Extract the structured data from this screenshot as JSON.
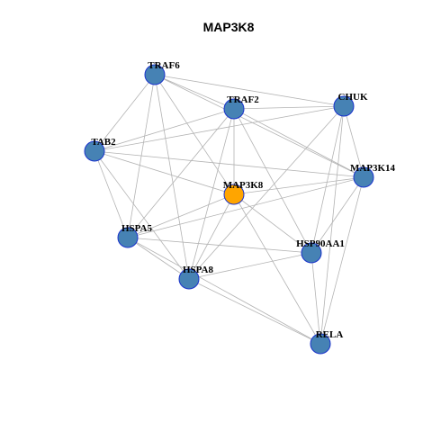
{
  "title": "MAP3K8",
  "colors": {
    "center_node": "#FFA500",
    "node": "#4682B4",
    "node_border": "#1A33CC",
    "edge": "#B3B3B3"
  },
  "nodes": [
    {
      "id": "MAP3K8",
      "label": "MAP3K8",
      "center": true
    },
    {
      "id": "TRAF6",
      "label": "TRAF6"
    },
    {
      "id": "TRAF2",
      "label": "TRAF2"
    },
    {
      "id": "CHUK",
      "label": "CHUK"
    },
    {
      "id": "TAB2",
      "label": "TAB2"
    },
    {
      "id": "MAP3K14",
      "label": "MAP3K14"
    },
    {
      "id": "HSPA5",
      "label": "HSPA5"
    },
    {
      "id": "HSP90AA1",
      "label": "HSP90AA1"
    },
    {
      "id": "HSPA8",
      "label": "HSPA8"
    },
    {
      "id": "RELA",
      "label": "RELA"
    }
  ],
  "edges": [
    [
      "TRAF6",
      "TRAF2"
    ],
    [
      "TRAF6",
      "CHUK"
    ],
    [
      "TRAF6",
      "MAP3K14"
    ],
    [
      "TRAF6",
      "TAB2"
    ],
    [
      "TRAF6",
      "MAP3K8"
    ],
    [
      "TRAF6",
      "HSPA5"
    ],
    [
      "TRAF6",
      "HSPA8"
    ],
    [
      "TRAF2",
      "CHUK"
    ],
    [
      "TRAF2",
      "TAB2"
    ],
    [
      "TRAF2",
      "MAP3K14"
    ],
    [
      "TRAF2",
      "MAP3K8"
    ],
    [
      "TRAF2",
      "HSPA5"
    ],
    [
      "TRAF2",
      "HSPA8"
    ],
    [
      "TRAF2",
      "HSP90AA1"
    ],
    [
      "CHUK",
      "TAB2"
    ],
    [
      "CHUK",
      "MAP3K14"
    ],
    [
      "CHUK",
      "HSPA8"
    ],
    [
      "CHUK",
      "HSP90AA1"
    ],
    [
      "CHUK",
      "RELA"
    ],
    [
      "TAB2",
      "MAP3K8"
    ],
    [
      "TAB2",
      "HSPA5"
    ],
    [
      "TAB2",
      "HSPA8"
    ],
    [
      "TAB2",
      "MAP3K14"
    ],
    [
      "MAP3K14",
      "MAP3K8"
    ],
    [
      "MAP3K14",
      "HSPA5"
    ],
    [
      "MAP3K14",
      "HSP90AA1"
    ],
    [
      "MAP3K14",
      "RELA"
    ],
    [
      "MAP3K8",
      "HSPA5"
    ],
    [
      "MAP3K8",
      "HSPA8"
    ],
    [
      "MAP3K8",
      "HSP90AA1"
    ],
    [
      "MAP3K8",
      "RELA"
    ],
    [
      "HSPA5",
      "HSP90AA1"
    ],
    [
      "HSPA5",
      "HSPA8"
    ],
    [
      "HSPA5",
      "RELA"
    ],
    [
      "HSPA8",
      "HSP90AA1"
    ],
    [
      "HSPA8",
      "RELA"
    ],
    [
      "HSP90AA1",
      "RELA"
    ]
  ]
}
